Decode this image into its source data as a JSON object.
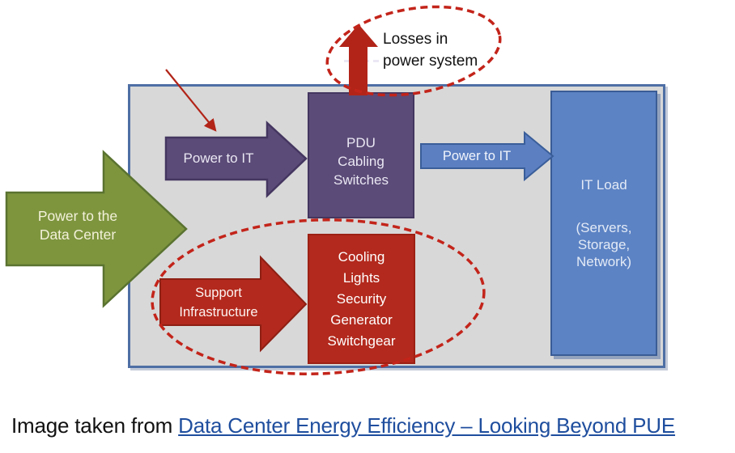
{
  "colors": {
    "container_fill": "#d8d8d8",
    "container_border": "#4e6fa5",
    "green_arrow": "#7e953e",
    "purple": "#5b4b78",
    "blue_arrow": "#5b7fc1",
    "it_load_blue": "#5c83c4",
    "red": "#b3291d",
    "dashed_highlight_red": "#c3241a",
    "link_blue": "#1f4e9e"
  },
  "diagram": {
    "power_to_dc": {
      "line1": "Power to the",
      "line2": "Data Center"
    },
    "power_to_it_purple": {
      "label": "Power to IT"
    },
    "pdu_box": {
      "line1": "PDU",
      "line2": "Cabling",
      "line3": "Switches"
    },
    "losses": {
      "line1": "Losses in",
      "line2": "power system"
    },
    "power_to_it_blue": {
      "label": "Power to IT"
    },
    "it_load": {
      "title": "IT Load",
      "line1": "(Servers,",
      "line2": "Storage,",
      "line3": "Network)"
    },
    "support": {
      "line1": "Support",
      "line2": "Infrastructure"
    },
    "infra_box": {
      "line1": "Cooling",
      "line2": "Lights",
      "line3": "Security",
      "line4": "Generator",
      "line5": "Switchgear"
    }
  },
  "caption": {
    "prefix": "Image taken from ",
    "link": "Data Center Energy Efficiency – Looking Beyond PUE"
  }
}
